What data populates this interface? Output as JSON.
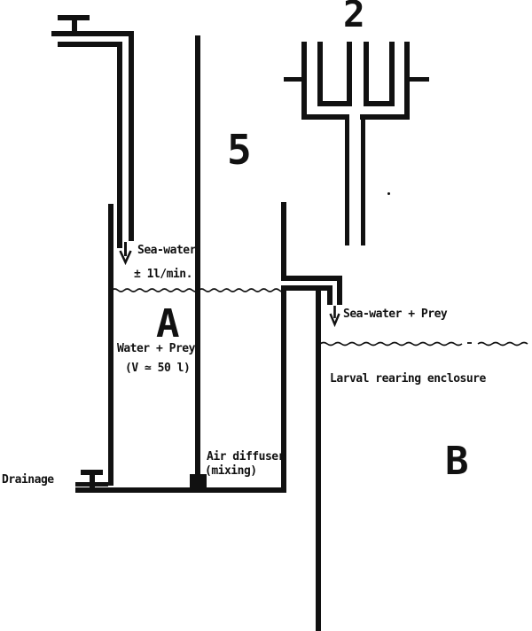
{
  "diagram": {
    "type": "schematic-line-drawing",
    "subject": "Larval rearing sea-water flow-through system",
    "labels": {
      "manifold_number": "2",
      "standpipe_number": "5",
      "tank_letter": "A",
      "enclosure_letter": "B",
      "seawater_in": "Sea-water",
      "flow_rate": "± 1l/min.",
      "tank_contents": "Water + Prey",
      "tank_volume": "(V ≃ 50 l)",
      "air_diffuser_line1": "Air diffuser",
      "air_diffuser_line2": "(mixing)",
      "drainage": "Drainage",
      "outflow": "Sea-water + Prey",
      "enclosure_caption": "Larval rearing enclosure"
    },
    "colors": {
      "line": "#111111",
      "background": "#ffffff"
    }
  }
}
